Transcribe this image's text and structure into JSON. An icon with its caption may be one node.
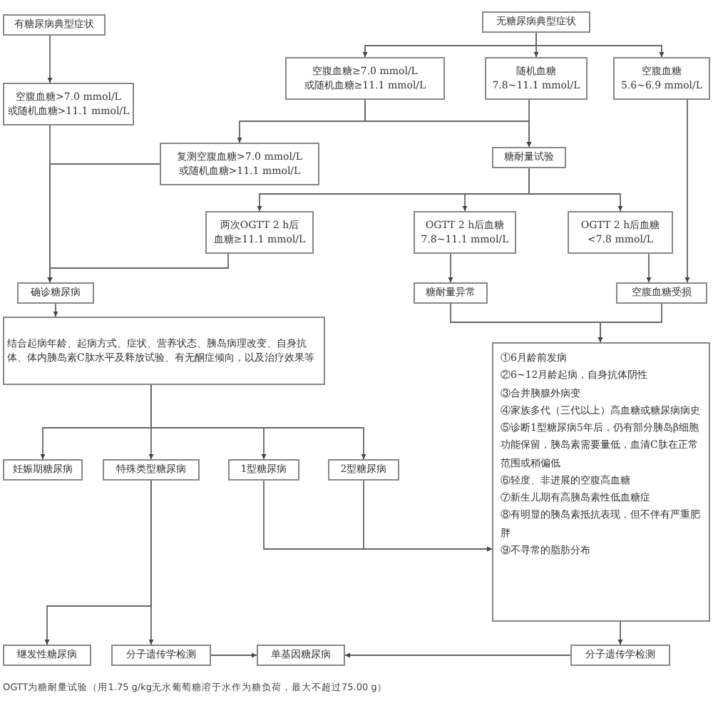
{
  "diagram": {
    "caption": "OGTT为糖耐量试验（用1.75 g/kg无水葡萄糖溶于水作为糖负荷，最大不超过75.00 g）",
    "nodes": [
      {
        "text": [
          "有糖尿病典型症状"
        ]
      },
      {
        "text": [
          "无糖尿病典型症状"
        ]
      },
      {
        "text": [
          "空腹血糖>7.0 mmol/L或随机血糖>11.1 mmol/L"
        ]
      },
      {
        "text": [
          "空腹血糖≥7.0 mmol/L或随机血糖≥11.1 mmol/L"
        ]
      },
      {
        "text": [
          "随机血糖7.8~11.1 mmol/L"
        ]
      },
      {
        "text": [
          "空腹血糖5.6~6.9 mmol/L"
        ]
      },
      {
        "text": [
          "复测空腹血糖>7.0 mmol/L或随机血糖>11.1 mmol/L"
        ]
      },
      {
        "text": [
          "糖耐量试验"
        ]
      },
      {
        "text": [
          "两次OGTT 2 h后血糖≥11.1 mmol/L"
        ]
      },
      {
        "text": [
          "OGTT 2 h后血糖7.8~11.1 mmol/L"
        ]
      },
      {
        "text": [
          "OGTT 2 h后血糖<7.8 mmol/L"
        ]
      },
      {
        "text": [
          "确诊糖尿病"
        ]
      },
      {
        "text": [
          "结合起病年龄、起病方式、症状、营养状态、胰岛病理改变、自身抗体、体内胰岛素C肽水平及释放试验、有无酮症倾向，以及治疗效果等"
        ]
      },
      {
        "text": [
          "糖耐量异常"
        ]
      },
      {
        "text": [
          "空腹血糖受损"
        ]
      },
      {
        "text": [
          "①6月龄前发病",
          "②6~12月龄起病，自身抗体阴性",
          "③合并胰腺外病变",
          "④家族多代（三代以上）高血糖或糖尿病病史",
          "⑤诊断1型糖尿病5年后，仍有部分胰岛β细胞功能保留，胰岛素需要量低，血清C肽在正常范围或稍偏低",
          "⑥轻度、非进展的空腹高血糖",
          "⑦新生儿期有高胰岛素性低血糖症",
          "⑧有明显的胰岛素抵抗表现，但不伴有严重肥胖",
          "⑨不寻常的脂肪分布"
        ]
      },
      {
        "text": [
          "妊娠期糖尿病"
        ]
      },
      {
        "text": [
          "特殊类型糖尿病"
        ]
      },
      {
        "text": [
          "1型糖尿病"
        ]
      },
      {
        "text": [
          "2型糖尿病"
        ]
      },
      {
        "text": [
          "继发性糖尿病"
        ]
      },
      {
        "text": [
          "分子遗传学检测"
        ]
      },
      {
        "text": [
          "单基因糖尿病"
        ]
      },
      {
        "text": [
          "分子遗传学检测"
        ]
      }
    ],
    "edges": [
      {
        "from": 0,
        "to": 2,
        "arrow": "to"
      },
      {
        "from": 1,
        "to": 3,
        "arrow": "to"
      },
      {
        "from": 1,
        "to": 4,
        "arrow": "to"
      },
      {
        "from": 1,
        "to": 5,
        "arrow": "to"
      },
      {
        "from": 2,
        "to": 11,
        "arrow": "to"
      },
      {
        "from": 3,
        "to": 6,
        "arrow": "to"
      },
      {
        "from": 6,
        "to": 11,
        "arrow": "to"
      },
      {
        "from": 3,
        "to": 7,
        "arrow": "to"
      },
      {
        "from": 4,
        "to": 7,
        "arrow": "to"
      },
      {
        "from": 5,
        "to": 14,
        "arrow": "to"
      },
      {
        "from": 7,
        "to": 8,
        "arrow": "to"
      },
      {
        "from": 7,
        "to": 9,
        "arrow": "to"
      },
      {
        "from": 7,
        "to": 10,
        "arrow": "to"
      },
      {
        "from": 8,
        "to": 11,
        "arrow": "to"
      },
      {
        "from": 9,
        "to": 13,
        "arrow": "to"
      },
      {
        "from": 10,
        "to": 14,
        "arrow": "to"
      },
      {
        "from": 11,
        "to": 12,
        "arrow": "to"
      },
      {
        "from": 13,
        "to": 15,
        "arrow": "to"
      },
      {
        "from": 14,
        "to": 15,
        "arrow": "to"
      },
      {
        "from": 12,
        "to": 16,
        "arrow": "to"
      },
      {
        "from": 12,
        "to": 17,
        "arrow": "to"
      },
      {
        "from": 12,
        "to": 18,
        "arrow": "to"
      },
      {
        "from": 12,
        "to": 19,
        "arrow": "to"
      },
      {
        "from": 18,
        "to": 15,
        "arrow": "to"
      },
      {
        "from": 19,
        "to": 15,
        "arrow": "to"
      },
      {
        "from": 17,
        "to": 20,
        "arrow": "to"
      },
      {
        "from": 17,
        "to": 21,
        "arrow": "to"
      },
      {
        "from": 15,
        "to": 23,
        "arrow": "to"
      },
      {
        "from": 21,
        "to": 22,
        "arrow": "to"
      },
      {
        "from": 23,
        "to": 22,
        "arrow": "to"
      }
    ]
  }
}
